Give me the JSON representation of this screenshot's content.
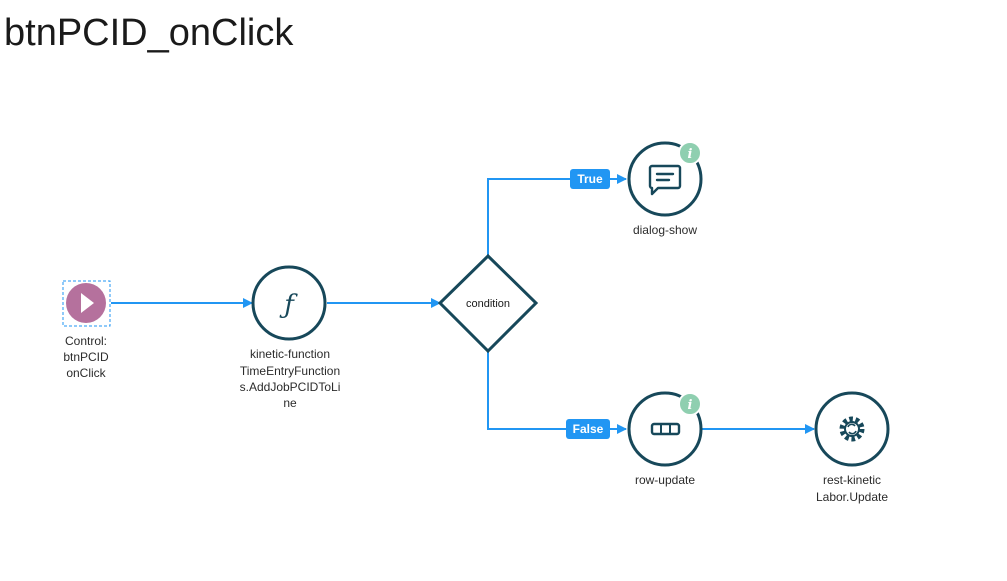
{
  "title": "btnPCID_onClick",
  "colors": {
    "edge": "#2196f3",
    "node_border": "#17485a",
    "start_fill": "#b5719d",
    "badge": "#8fcfb0",
    "edge_label_bg": "#2196f3"
  },
  "nodes": {
    "start": {
      "icon": "play-icon",
      "label_lines": [
        "Control:",
        "btnPCID",
        "onClick"
      ]
    },
    "kinetic_function": {
      "icon": "function-icon",
      "type": "kinetic-function",
      "detail_lines": [
        "TimeEntryFunction",
        "s.AddJobPCIDToLi",
        "ne"
      ]
    },
    "condition": {
      "label": "condition"
    },
    "dialog_show": {
      "icon": "message-icon",
      "type": "dialog-show",
      "has_info": true
    },
    "row_update": {
      "icon": "row-icon",
      "type": "row-update",
      "has_info": true
    },
    "rest_kinetic": {
      "icon": "gear-icon",
      "type": "rest-kinetic",
      "detail": "Labor.Update"
    }
  },
  "edges": {
    "true_label": "True",
    "false_label": "False"
  }
}
